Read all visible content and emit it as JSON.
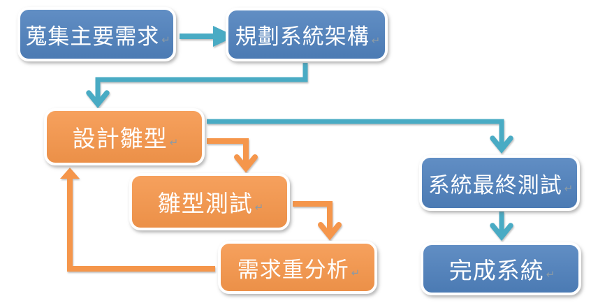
{
  "diagram": {
    "title": "prototype-development-process-flowchart",
    "meta": {
      "line_break_mark": "↵"
    },
    "colors": {
      "blue": "#4F81BD",
      "orange": "#F5964B",
      "teal": "#4AABC4",
      "box_border": "#FFFFFF",
      "return_mark": "#8B9AA5",
      "background": "#FFFFFF"
    },
    "nodes": [
      {
        "id": "collect-requirements",
        "label": "蒐集主要需求",
        "color": "blue"
      },
      {
        "id": "plan-architecture",
        "label": "規劃系統架構",
        "color": "blue"
      },
      {
        "id": "design-prototype",
        "label": "設計雛型",
        "color": "orange"
      },
      {
        "id": "prototype-testing",
        "label": "雛型測試",
        "color": "orange"
      },
      {
        "id": "requirements-reanalysis",
        "label": "需求重分析",
        "color": "orange"
      },
      {
        "id": "system-final-testing",
        "label": "系統最終測試",
        "color": "blue"
      },
      {
        "id": "complete-system",
        "label": "完成系統",
        "color": "blue"
      }
    ],
    "edges": [
      {
        "from": "collect-requirements",
        "to": "plan-architecture",
        "color": "teal"
      },
      {
        "from": "plan-architecture",
        "to": "design-prototype",
        "color": "teal"
      },
      {
        "from": "design-prototype",
        "to": "system-final-testing",
        "color": "teal"
      },
      {
        "from": "design-prototype",
        "to": "prototype-testing",
        "color": "orange"
      },
      {
        "from": "prototype-testing",
        "to": "requirements-reanalysis",
        "color": "orange"
      },
      {
        "from": "requirements-reanalysis",
        "to": "design-prototype",
        "color": "orange"
      },
      {
        "from": "system-final-testing",
        "to": "complete-system",
        "color": "teal"
      }
    ]
  }
}
